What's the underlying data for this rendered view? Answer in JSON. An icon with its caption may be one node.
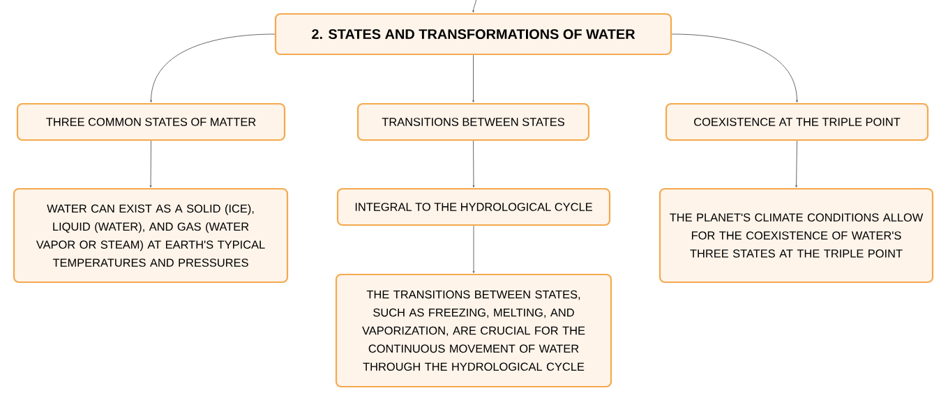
{
  "diagram": {
    "nodes": [
      {
        "text": [
          "2. STATES AND TRANSFORMATIONS OF WATER"
        ]
      },
      {
        "text": [
          "THREE COMMON STATES OF MATTER"
        ]
      },
      {
        "text": [
          "TRANSITIONS BETWEEN STATES"
        ]
      },
      {
        "text": [
          "COEXISTENCE AT THE TRIPLE POINT"
        ]
      },
      {
        "text": [
          "WATER CAN EXIST AS A SOLID (ICE), LIQUID (WATER), AND GAS (WATER VAPOR OR STEAM) AT EARTH'S TYPICAL TEMPERATURES AND PRESSURES"
        ]
      },
      {
        "text": [
          "INTEGRAL TO THE HYDROLOGICAL CYCLE"
        ]
      },
      {
        "text": [
          "THE TRANSITIONS BETWEEN STATES, SUCH AS FREEZING, MELTING, AND VAPORIZATION, ARE CRUCIAL FOR THE CONTINUOUS MOVEMENT OF WATER THROUGH THE HYDROLOGICAL CYCLE"
        ]
      },
      {
        "text": [
          "THE PLANET'S CLIMATE CONDITIONS ALLOW FOR THE COEXISTENCE OF WATER'S THREE STATES AT THE TRIPLE POINT"
        ]
      }
    ],
    "edges": [
      {
        "from": null,
        "to": 0,
        "arrow": "to"
      },
      {
        "from": 0,
        "to": 1,
        "arrow": "to"
      },
      {
        "from": 0,
        "to": 2,
        "arrow": "to"
      },
      {
        "from": 0,
        "to": 3,
        "arrow": "to"
      },
      {
        "from": 1,
        "to": 4,
        "arrow": "to"
      },
      {
        "from": 2,
        "to": 5,
        "arrow": "to"
      },
      {
        "from": 5,
        "to": 6,
        "arrow": "to"
      },
      {
        "from": 3,
        "to": 7,
        "arrow": "to"
      }
    ]
  }
}
